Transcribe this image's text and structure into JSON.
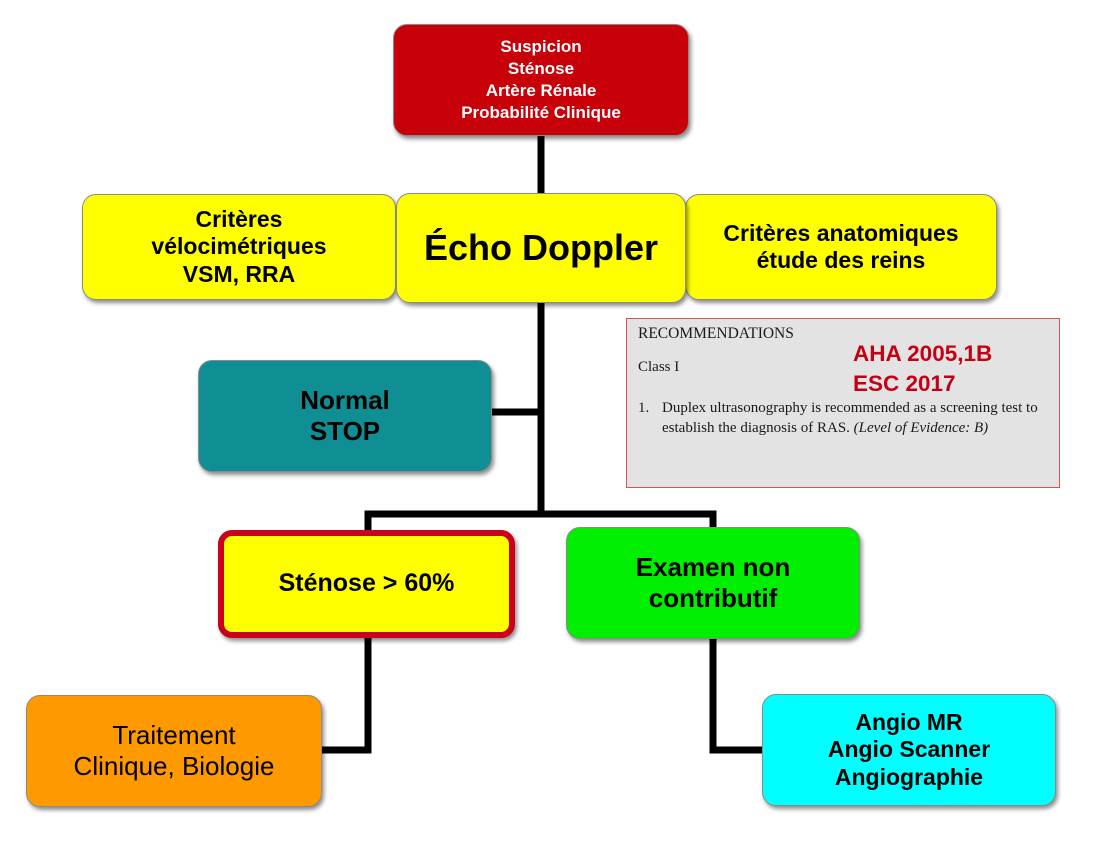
{
  "nodes": {
    "suspicion": {
      "lines": [
        "Suspicion",
        "Sténose",
        "Artère Rénale",
        "Probabilité Clinique"
      ]
    },
    "criteres_velocimetriques": {
      "lines": [
        "Critères",
        "vélocimétriques",
        "VSM, RRA"
      ]
    },
    "echo_doppler": {
      "lines": [
        "Écho Doppler"
      ]
    },
    "criteres_anatomiques": {
      "lines": [
        "Critères anatomiques",
        "étude des reins"
      ]
    },
    "normal_stop": {
      "lines": [
        "Normal",
        "STOP"
      ]
    },
    "stenose": {
      "lines": [
        "Sténose > 60%"
      ]
    },
    "examen_non_contributif": {
      "lines": [
        "Examen non",
        "contributif"
      ]
    },
    "traitement": {
      "lines": [
        "Traitement",
        "Clinique, Biologie"
      ]
    },
    "angio": {
      "lines": [
        "Angio MR",
        "Angio Scanner",
        "Angiographie"
      ]
    }
  },
  "recommendations": {
    "heading": "RECOMMENDATIONS",
    "class_label": "Class I",
    "badge_lines": [
      "AHA 2005,1B",
      "ESC 2017"
    ],
    "item_number": "1.",
    "item_text": "Duplex ultrasonography is recommended as a screening test to establish the diagnosis of RAS.",
    "item_evidence": "(Level of Evidence: B)"
  },
  "colors": {
    "suspicion": "#c8000a",
    "yellow": "#ffff00",
    "normal": "#0f8f93",
    "stenose_border": "#c8001a",
    "examen": "#00ee00",
    "traitement": "#ff9900",
    "angio": "#00ffff",
    "reco_badge": "#c40015"
  }
}
